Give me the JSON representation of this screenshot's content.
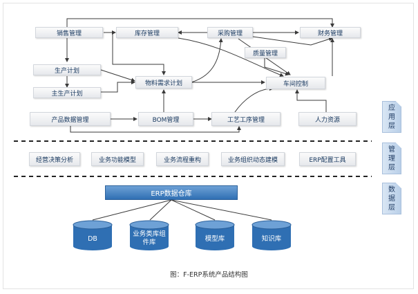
{
  "app": {
    "nodes": {
      "sales": "销售管理",
      "inventory": "库存管理",
      "purchasing": "采购管理",
      "finance": "财务管理",
      "quality": "质量管理",
      "production_plan": "生产计划",
      "mrp": "物料需求计划",
      "workshop": "车间控制",
      "master_plan": "主生产计划",
      "product_data": "产品数据管理",
      "bom": "BOM管理",
      "process": "工艺工序管理",
      "hr": "人力资源",
      "decision": "经营决策分析",
      "biz_model": "业务功能模型",
      "process_reorg": "业务流程重构",
      "org_model": "业务组织动态建模",
      "erp_config": "ERP配置工具"
    },
    "warehouse": "ERP数据仓库",
    "databases": {
      "db": "DB",
      "component": "业务类库组件库",
      "model": "模型库",
      "knowledge": "知识库"
    },
    "layers": {
      "application": "应用层",
      "management": "管理层",
      "data": "数据层"
    },
    "caption": "图：F-ERP系统产品结构图",
    "colors": {
      "arrow": "#3a3a3a",
      "text": "#17375e",
      "cylinder": "#2f6fb3",
      "layer_bg": "#c9dbef"
    }
  }
}
